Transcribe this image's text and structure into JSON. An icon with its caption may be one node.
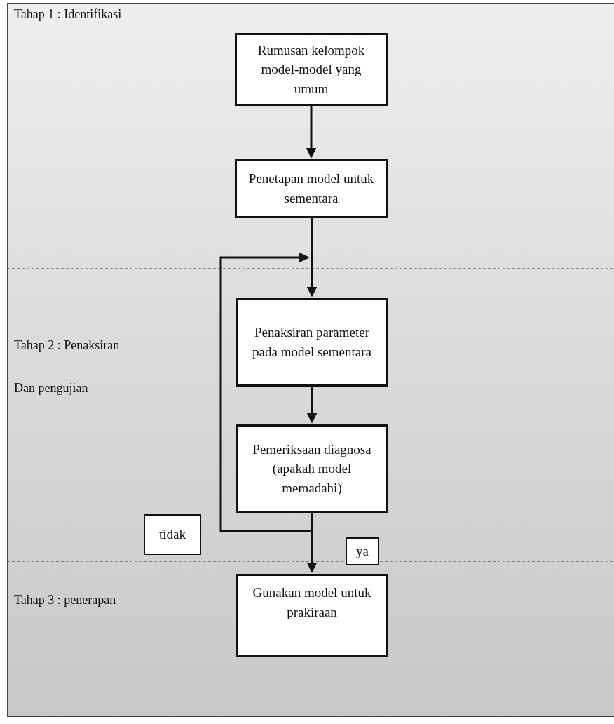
{
  "diagram": {
    "nodes": [
      {
        "text": [
          "Rumusan kelompok model-model yang umum"
        ]
      },
      {
        "text": [
          "Penetapan model untuk sementara"
        ]
      },
      {
        "text": [
          "Penaksiran parameter pada model sementara"
        ]
      },
      {
        "text": [
          "Pemeriksaan diagnosa (apakah model memadahi)"
        ]
      },
      {
        "text": [
          "Gunakan model untuk prakiraan"
        ]
      },
      {
        "text": [
          "tidak"
        ]
      },
      {
        "text": [
          "ya"
        ]
      }
    ],
    "edges": [
      {
        "from": 0,
        "to": 1,
        "arrow": "to"
      },
      {
        "from": 1,
        "to": 2,
        "arrow": "to"
      },
      {
        "from": 2,
        "to": 3,
        "arrow": "to"
      },
      {
        "from": 3,
        "to": 4,
        "arrow": "to"
      },
      {
        "from": 3,
        "to": 2,
        "arrow": "to"
      }
    ],
    "labels": [
      "Tahap 1 : Identifikasi",
      "Tahap 2 : Penaksiran",
      "Dan pengujian",
      "Tahap 3 : penerapan"
    ]
  }
}
